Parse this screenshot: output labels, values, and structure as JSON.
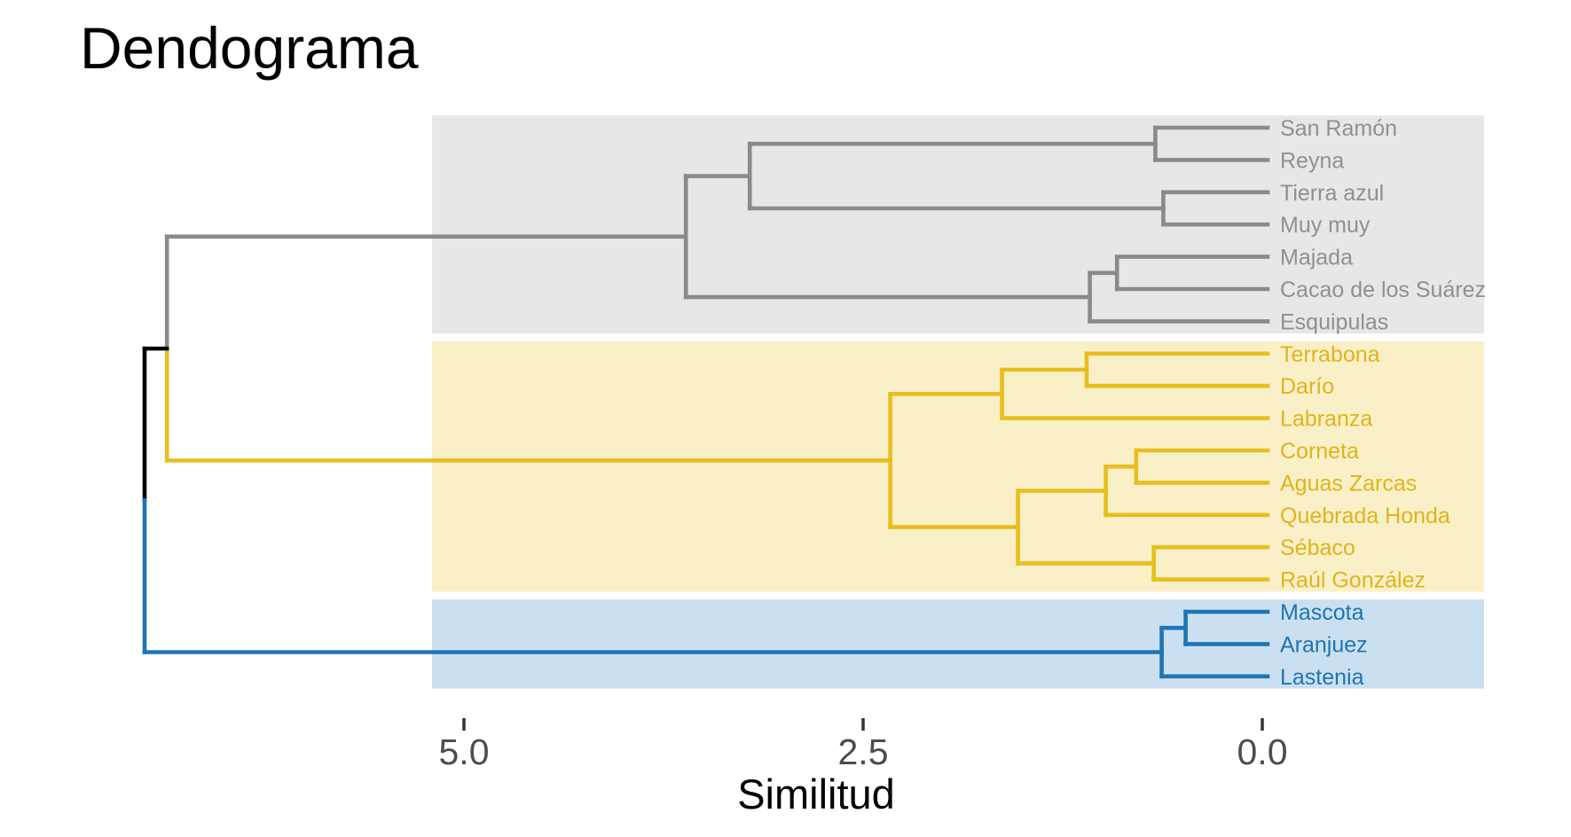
{
  "title": "Dendograma",
  "axis": {
    "label": "Similitud",
    "ticks": [
      {
        "value": 5.0,
        "label": "5.0"
      },
      {
        "value": 2.5,
        "label": "2.5"
      },
      {
        "value": 0.0,
        "label": "0.0"
      }
    ],
    "tick_color": "#333333",
    "tick_label_color": "#4D4D4D"
  },
  "chart_data": {
    "type": "dendrogram",
    "orientation": "horizontal, leaves on right at similarity 0, root at left",
    "title": "Dendograma",
    "xlabel": "Similitud",
    "x_ticks": [
      5.0,
      2.5,
      0.0
    ],
    "root_height": 7.0,
    "root_color": "#000000",
    "clusters": {
      "gray": {
        "line": "#8A8A8A",
        "band": "#E7E7E7",
        "text": "#909090"
      },
      "yellow": {
        "line": "#E8BE1E",
        "band": "#FAF0C8",
        "text": "#E0B419"
      },
      "blue": {
        "line": "#1F74B4",
        "band": "#CAE0F0",
        "text": "#1F74B4"
      }
    },
    "leaves": [
      {
        "name": "San Ramón",
        "cluster": "gray"
      },
      {
        "name": "Reyna",
        "cluster": "gray"
      },
      {
        "name": "Tierra azul",
        "cluster": "gray"
      },
      {
        "name": "Muy muy",
        "cluster": "gray"
      },
      {
        "name": "Majada",
        "cluster": "gray"
      },
      {
        "name": "Cacao de los Suárez",
        "cluster": "gray"
      },
      {
        "name": "Esquipulas",
        "cluster": "gray"
      },
      {
        "name": "Terrabona",
        "cluster": "yellow"
      },
      {
        "name": "Darío",
        "cluster": "yellow"
      },
      {
        "name": "Labranza",
        "cluster": "yellow"
      },
      {
        "name": "Corneta",
        "cluster": "yellow"
      },
      {
        "name": "Aguas Zarcas",
        "cluster": "yellow"
      },
      {
        "name": "Quebrada Honda",
        "cluster": "yellow"
      },
      {
        "name": "Sébaco",
        "cluster": "yellow"
      },
      {
        "name": "Raúl González",
        "cluster": "yellow"
      },
      {
        "name": "Mascota",
        "cluster": "blue"
      },
      {
        "name": "Aranjuez",
        "cluster": "blue"
      },
      {
        "name": "Lastenia",
        "cluster": "blue"
      }
    ],
    "tree": {
      "h": 7.0,
      "color": "mixed",
      "children": [
        {
          "h": 6.86,
          "color": "mixed",
          "children": [
            {
              "h": 3.61,
              "color": "gray",
              "children": [
                {
                  "h": 3.21,
                  "color": "gray",
                  "children": [
                    {
                      "h": 0.67,
                      "color": "gray",
                      "children": [
                        {
                          "leaf": "San Ramón"
                        },
                        {
                          "leaf": "Reyna"
                        }
                      ]
                    },
                    {
                      "h": 0.62,
                      "color": "gray",
                      "children": [
                        {
                          "leaf": "Tierra azul"
                        },
                        {
                          "leaf": "Muy muy"
                        }
                      ]
                    }
                  ]
                },
                {
                  "h": 1.08,
                  "color": "gray",
                  "children": [
                    {
                      "h": 0.91,
                      "color": "gray",
                      "children": [
                        {
                          "leaf": "Majada"
                        },
                        {
                          "leaf": "Cacao de los Suárez"
                        }
                      ]
                    },
                    {
                      "leaf": "Esquipulas"
                    }
                  ]
                }
              ]
            },
            {
              "h": 2.33,
              "color": "yellow",
              "children": [
                {
                  "h": 1.63,
                  "color": "yellow",
                  "children": [
                    {
                      "h": 1.1,
                      "color": "yellow",
                      "children": [
                        {
                          "leaf": "Terrabona"
                        },
                        {
                          "leaf": "Darío"
                        }
                      ]
                    },
                    {
                      "leaf": "Labranza"
                    }
                  ]
                },
                {
                  "h": 1.53,
                  "color": "yellow",
                  "children": [
                    {
                      "h": 0.98,
                      "color": "yellow",
                      "children": [
                        {
                          "h": 0.79,
                          "color": "yellow",
                          "children": [
                            {
                              "leaf": "Corneta"
                            },
                            {
                              "leaf": "Aguas Zarcas"
                            }
                          ]
                        },
                        {
                          "leaf": "Quebrada Honda"
                        }
                      ]
                    },
                    {
                      "h": 0.68,
                      "color": "yellow",
                      "children": [
                        {
                          "leaf": "Sébaco"
                        },
                        {
                          "leaf": "Raúl González"
                        }
                      ]
                    }
                  ]
                }
              ]
            }
          ]
        },
        {
          "h": 0.63,
          "color": "blue",
          "children": [
            {
              "h": 0.48,
              "color": "blue",
              "children": [
                {
                  "leaf": "Mascota"
                },
                {
                  "leaf": "Aranjuez"
                }
              ]
            },
            {
              "leaf": "Lastenia"
            }
          ]
        }
      ]
    }
  }
}
